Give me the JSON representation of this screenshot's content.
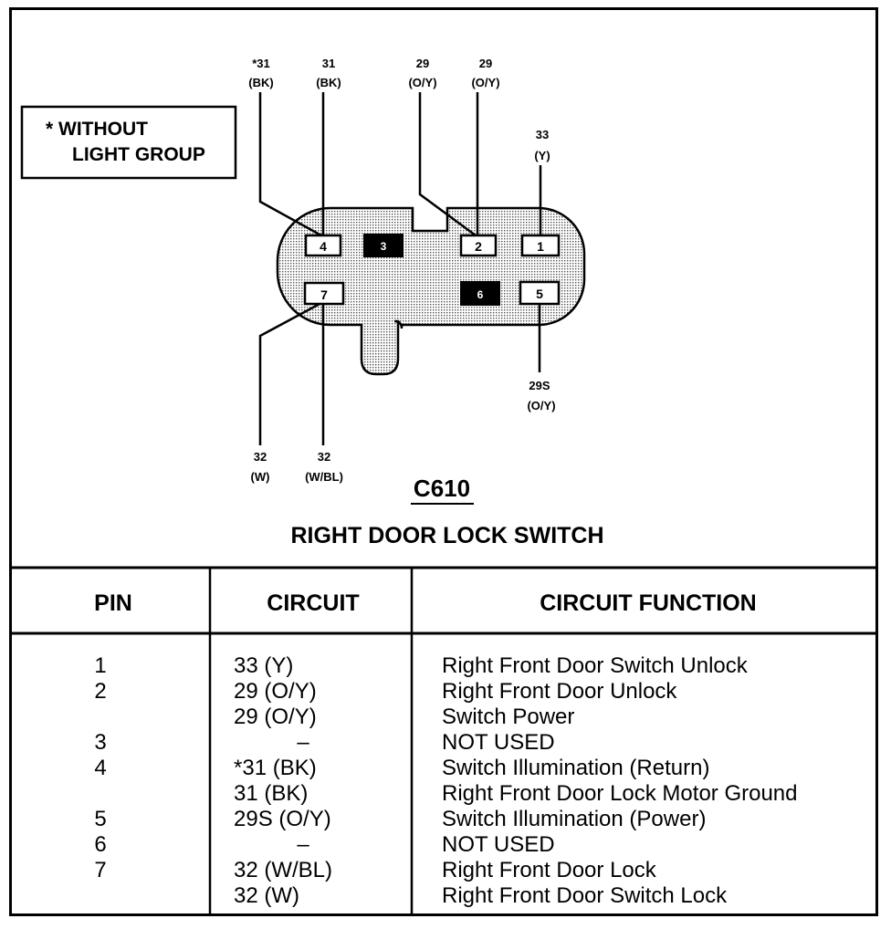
{
  "note": {
    "line1": "* WITHOUT",
    "line2": "LIGHT GROUP"
  },
  "connector": {
    "id": "C610",
    "name": "RIGHT DOOR LOCK SWITCH"
  },
  "cavities": {
    "c1": "1",
    "c2": "2",
    "c3": "3",
    "c4": "4",
    "c5": "5",
    "c6": "6",
    "c7": "7"
  },
  "wires": {
    "w31s": {
      "circuit": "*31",
      "color": "(BK)"
    },
    "w31": {
      "circuit": "31",
      "color": "(BK)"
    },
    "w29a": {
      "circuit": "29",
      "color": "(O/Y)"
    },
    "w29b": {
      "circuit": "29",
      "color": "(O/Y)"
    },
    "w33": {
      "circuit": "33",
      "color": "(Y)"
    },
    "w29s": {
      "circuit": "29S",
      "color": "(O/Y)"
    },
    "w32": {
      "circuit": "32",
      "color": "(W)"
    },
    "w32wbl": {
      "circuit": "32",
      "color": "(W/BL)"
    }
  },
  "table": {
    "headers": {
      "pin": "PIN",
      "circuit": "CIRCUIT",
      "function": "CIRCUIT FUNCTION"
    },
    "rows": [
      {
        "pin": "1",
        "circuit": "33 (Y)",
        "function": "Right Front Door Switch Unlock"
      },
      {
        "pin": "2",
        "circuit": "29 (O/Y)",
        "function": "Right Front Door Unlock"
      },
      {
        "pin": "",
        "circuit": "29 (O/Y)",
        "function": "Switch Power"
      },
      {
        "pin": "3",
        "circuit": "–",
        "function": "NOT USED"
      },
      {
        "pin": "4",
        "circuit": "*31 (BK)",
        "function": "Switch Illumination (Return)"
      },
      {
        "pin": "",
        "circuit": "31 (BK)",
        "function": "Right Front Door Lock Motor Ground"
      },
      {
        "pin": "5",
        "circuit": "29S (O/Y)",
        "function": "Switch Illumination (Power)"
      },
      {
        "pin": "6",
        "circuit": "–",
        "function": "NOT USED"
      },
      {
        "pin": "7",
        "circuit": "32 (W/BL)",
        "function": "Right Front Door Lock"
      },
      {
        "pin": "",
        "circuit": "32 (W)",
        "function": "Right Front Door Switch Lock"
      }
    ]
  }
}
